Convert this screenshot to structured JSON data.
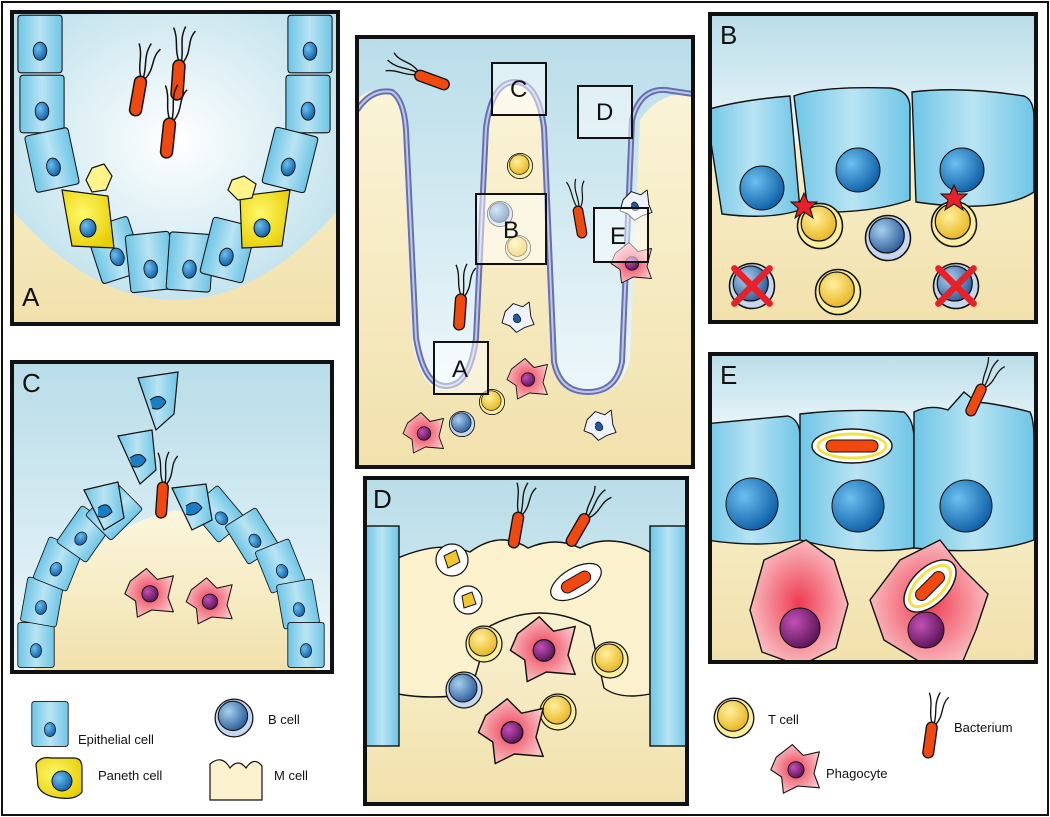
{
  "panels": {
    "A": "A",
    "B": "B",
    "C": "C",
    "D": "D",
    "E": "E"
  },
  "overview_boxes": {
    "A": "A",
    "B": "B",
    "C": "C",
    "D": "D",
    "E": "E"
  },
  "legend": {
    "epithelial": "Epithelial cell",
    "b_cell": "B cell",
    "paneth": "Paneth cell",
    "m_cell": "M cell",
    "t_cell": "T cell",
    "bacterium": "Bacterium",
    "phagocyte": "Phagocyte"
  },
  "colors": {
    "epithelial": "#7fcdea",
    "nucleus": "#1a7ec6",
    "lamina": "#f3e6b4",
    "lumen": "#d6eef5",
    "paneth": "#f5e31c",
    "tcell": "#f2c630",
    "bcell": "#5b8fc4",
    "phagocyte": "#f07a7a",
    "phagocyte_nucleus": "#7a1f72",
    "bacterium": "#f0480f",
    "villus_border": "#6670b0",
    "cross": "#e8202a"
  }
}
